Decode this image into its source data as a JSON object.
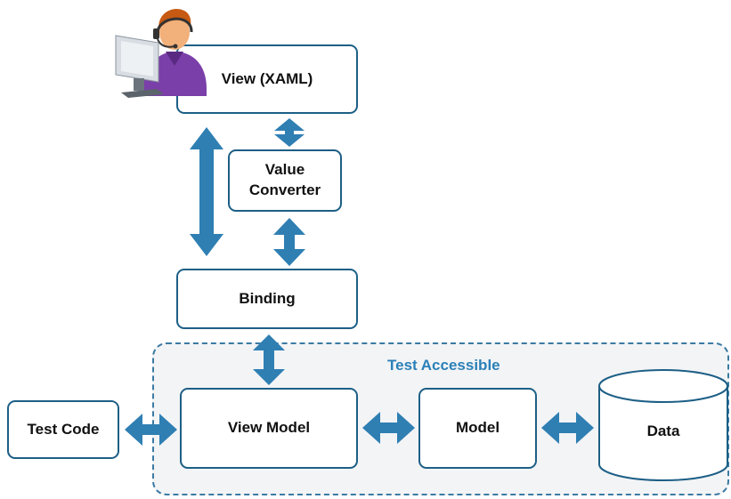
{
  "nodes": {
    "view": {
      "label": "View (XAML)"
    },
    "value_converter": {
      "line1": "Value",
      "line2": "Converter"
    },
    "binding": {
      "label": "Binding"
    },
    "view_model": {
      "label": "View Model"
    },
    "model": {
      "label": "Model"
    },
    "data": {
      "label": "Data"
    },
    "test_code": {
      "label": "Test Code"
    }
  },
  "region": {
    "label": "Test Accessible"
  },
  "colors": {
    "arrow": "#2f7fb3",
    "box_border": "#1d5f86",
    "region_border": "#3b7aa3",
    "region_label": "#2b80b8"
  },
  "icons": {
    "user": "user-at-computer-icon"
  }
}
